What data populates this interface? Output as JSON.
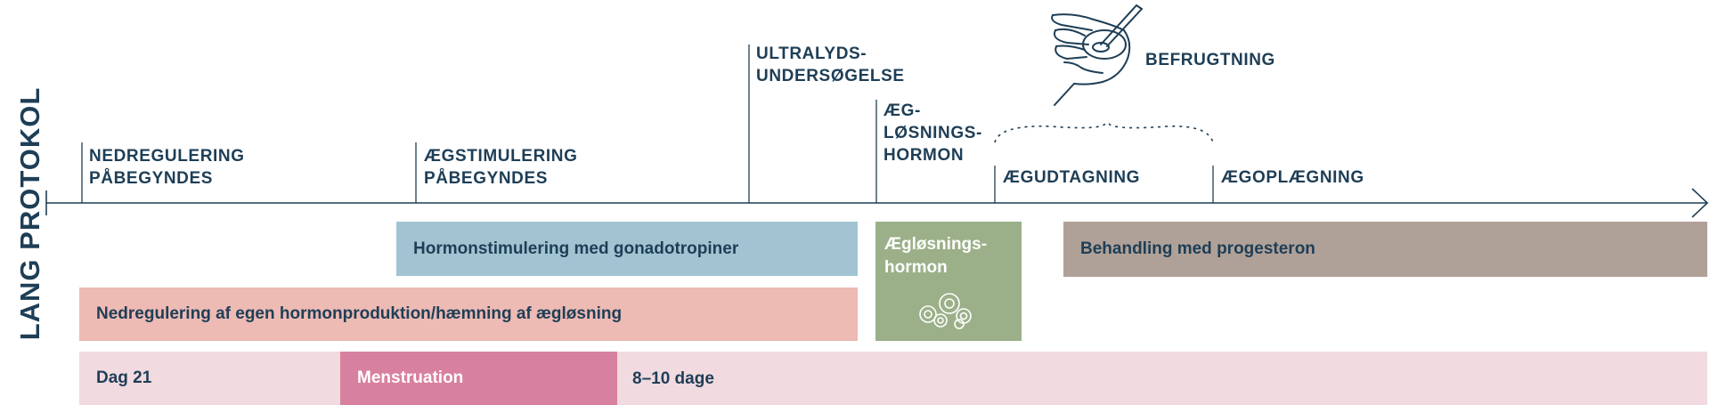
{
  "protocol_title": "LANG PROTOKOL",
  "milestones": [
    {
      "label": "NEDREGULERING\nPÅBEGYNDES"
    },
    {
      "label": "ÆGSTIMULERING\nPÅBEGYNDES"
    },
    {
      "label": "ULTRALYDS-\nUNDERSØGELSE"
    },
    {
      "label": "ÆG-\nLØSNINGS-\nHORMON"
    },
    {
      "label": "ÆGUDTAGNING"
    },
    {
      "label": "ÆGOPLÆGNING"
    }
  ],
  "befrugtning_label": "BEFRUGTNING",
  "bars": {
    "gonadotropin": {
      "label": "Hormonstimulering med gonadotropiner",
      "color": "#a2c4d2"
    },
    "aegloesning": {
      "label": "Ægløsnings-\nhormon",
      "color": "#9bb088"
    },
    "progesteron": {
      "label": "Behandling med progesteron",
      "color": "#b0a198"
    },
    "nedregulering": {
      "label": "Nedregulering af egen hormonproduktion/hæmning af ægløsning",
      "color": "#edbab4"
    }
  },
  "timeline_row": {
    "dag21": "Dag 21",
    "menstruation": "Menstruation",
    "days": "8–10 dage",
    "bg_color": "#f1dae0",
    "menstruation_color": "#d8809f"
  },
  "icons": [
    "hand-pipette-icon",
    "egg-cells-icon",
    "timeline-arrow-icon"
  ]
}
